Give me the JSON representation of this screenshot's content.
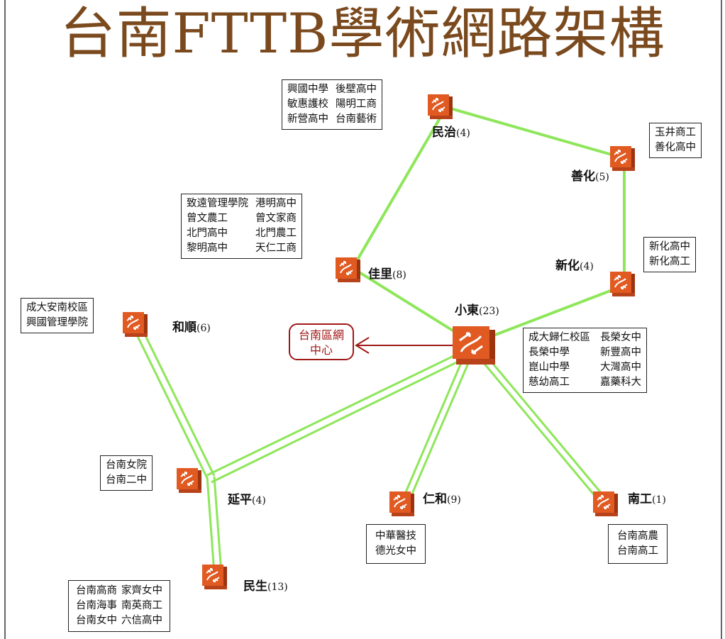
{
  "title": "台南FTTB學術網路架構",
  "center_label": {
    "line1": "台南區網",
    "line2": "中心"
  },
  "nodes": {
    "minzhi": {
      "name": "民治",
      "count": "(4)"
    },
    "shanhua": {
      "name": "善化",
      "count": "(5)"
    },
    "xinhua": {
      "name": "新化",
      "count": "(4)"
    },
    "jiali": {
      "name": "佳里",
      "count": "(8)"
    },
    "xiaodong": {
      "name": "小東",
      "count": "(23)"
    },
    "heshun": {
      "name": "和順",
      "count": "(6)"
    },
    "yanping": {
      "name": "延平",
      "count": "(4)"
    },
    "renhe": {
      "name": "仁和",
      "count": "(9)"
    },
    "nangong": {
      "name": "南工",
      "count": "(1)"
    },
    "minsheng": {
      "name": "民生",
      "count": "(13)"
    }
  },
  "boxes": {
    "minzhi": [
      "興國中學",
      "後壁高中",
      "敏惠護校",
      "陽明工商",
      "新營高中",
      "台南藝術"
    ],
    "shanhua": [
      "玉井商工",
      "善化高中"
    ],
    "xinhua": [
      "新化高中",
      "新化高工"
    ],
    "jiali": [
      "致遠管理學院",
      "港明高中",
      "曾文農工",
      "曾文家商",
      "北門高中",
      "北門農工",
      "黎明高中",
      "天仁工商"
    ],
    "heshun": [
      "成大安南校區",
      "興國管理學院"
    ],
    "xiaodong": [
      "成大歸仁校區",
      "長榮女中",
      "長榮中學",
      "新豐高中",
      "崑山中學",
      "大灣高中",
      "慈幼高工",
      "嘉藥科大"
    ],
    "yanping": [
      "台南女院",
      "台南二中"
    ],
    "renhe": [
      "中華醫技",
      "德光女中"
    ],
    "nangong": [
      "台南高農",
      "台南高工"
    ],
    "minsheng": [
      "台南高商",
      "家齊女中",
      "台南海事",
      "南英商工",
      "台南女中",
      "六信高中"
    ]
  },
  "colors": {
    "title": "#7a4a1e",
    "link": "#8ee65a",
    "node": "#e05a22",
    "hub_arrow": "#a01818"
  },
  "icon": "router-icon"
}
